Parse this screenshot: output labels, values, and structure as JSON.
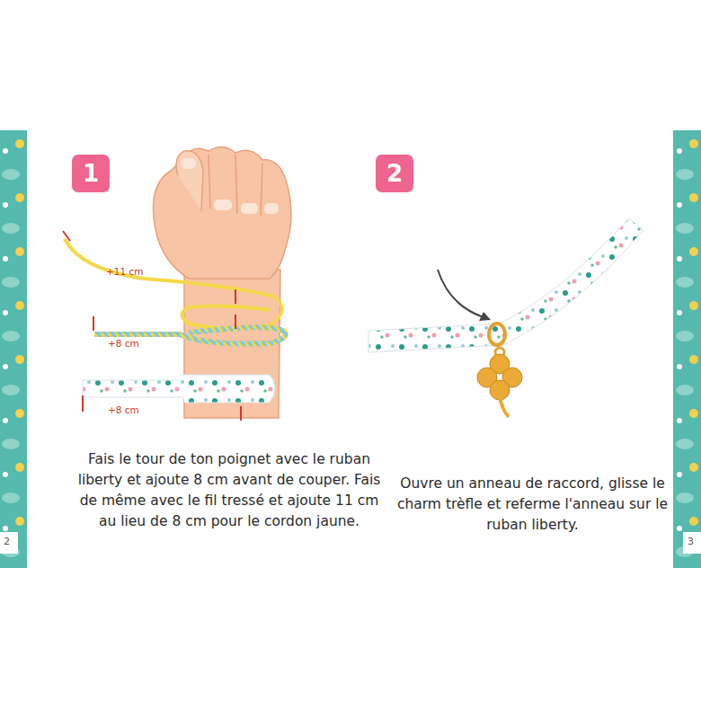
{
  "diagram": {
    "nodes": [
      {
        "text": [
          "1"
        ]
      },
      {
        "text": [
          "2"
        ]
      }
    ],
    "labels": [
      "+11 cm",
      "+8 cm",
      "+8 cm",
      "Fais le tour de ton poignet avec le ruban liberty et ajoute 8 cm avant de couper. Fais de même avec le fil tressé et ajoute 11 cm au lieu de 8 cm pour le cordon jaune.",
      "Ouvre un anneau de raccord, glisse le charm trèfle et referme l'anneau sur le ruban liberty.",
      "2",
      "3"
    ]
  }
}
